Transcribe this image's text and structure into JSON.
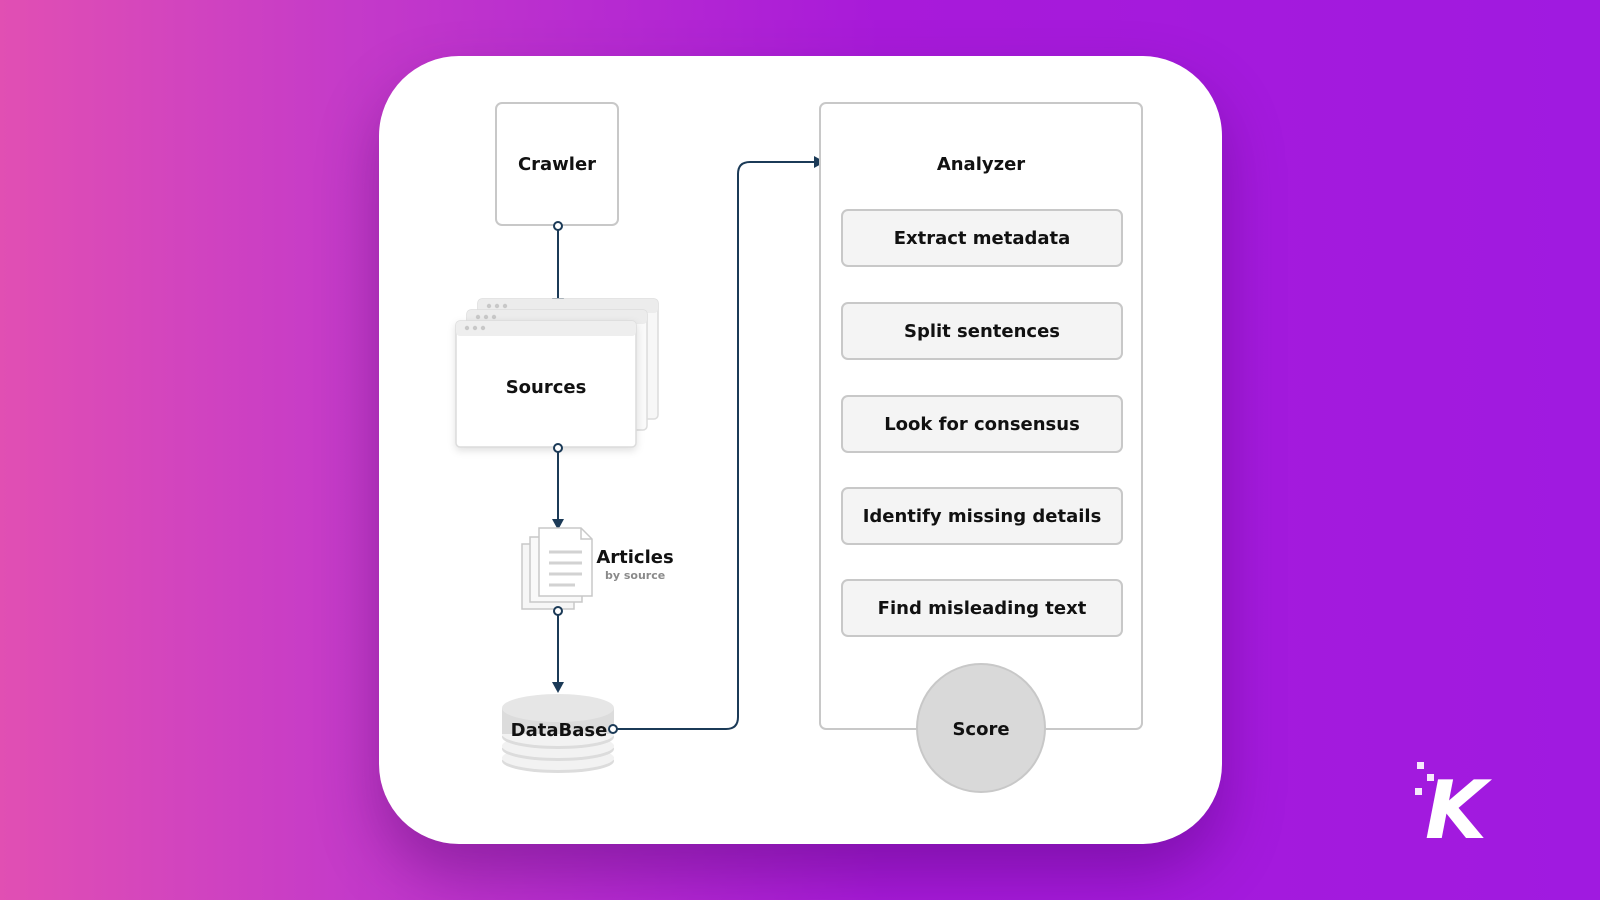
{
  "diagram": {
    "crawler": "Crawler",
    "sources": "Sources",
    "articles": "Articles",
    "articles_sub": "by source",
    "database": "DataBase",
    "analyzer": {
      "title": "Analyzer",
      "steps": [
        "Extract metadata",
        "Split sentences",
        "Look for consensus",
        "Identify missing details",
        "Find misleading text"
      ],
      "score": "Score"
    }
  },
  "logo": {
    "letter": "K"
  },
  "colors": {
    "background_start": "#e14fb3",
    "background_end": "#a01ae0",
    "card": "#ffffff",
    "connector": "#1b3a57",
    "box_fill": "#f4f4f4",
    "box_border": "#c8c8c8",
    "score_fill": "#d9d9d9",
    "logo": "#ffffff"
  },
  "icons": {
    "sources": "stacked-browser-windows-icon",
    "articles": "stacked-documents-icon",
    "database": "database-cylinder-icon",
    "logo": "knowtechie-k-logo-icon"
  }
}
